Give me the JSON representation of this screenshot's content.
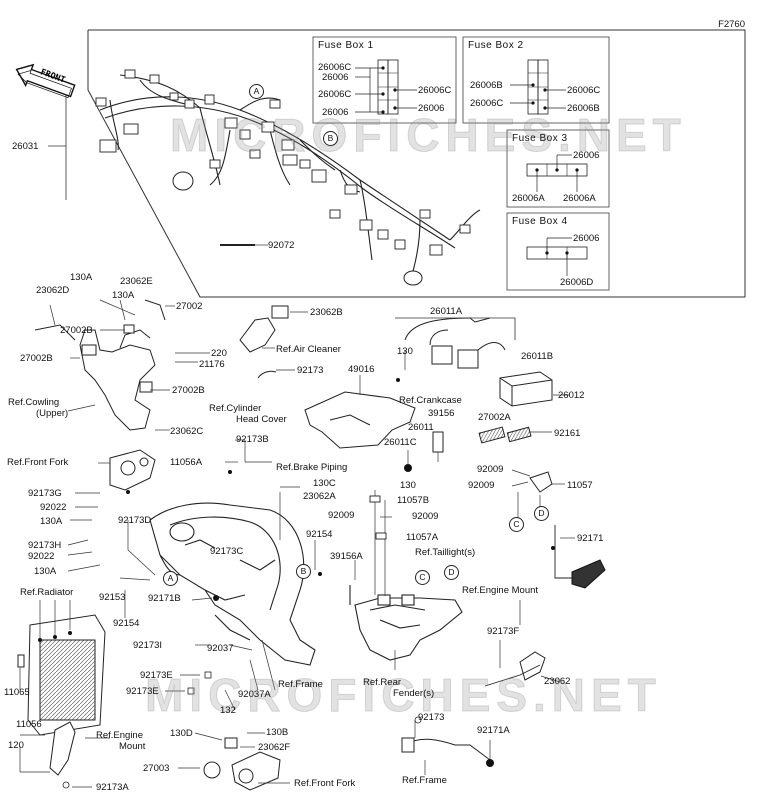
{
  "drawing_code": "F2760",
  "front_label": "FRONT",
  "watermark_top": "MICROFICHES.NET",
  "watermark_bottom": "MICROFICHES.NET",
  "fuse_boxes": [
    {
      "title": "Fuse Box 1",
      "left_labels": [
        "26006C",
        "26006",
        "26006C",
        "26006"
      ],
      "right_labels": [
        "26006C",
        "26006"
      ]
    },
    {
      "title": "Fuse Box 2",
      "left_labels": [
        "26006B",
        "26006C"
      ],
      "right_labels": [
        "26006C",
        "26006B"
      ]
    },
    {
      "title": "Fuse Box 3",
      "top_labels": [
        "26006"
      ],
      "bottom_labels": [
        "26006A",
        "26006A"
      ]
    },
    {
      "title": "Fuse Box 4",
      "top_labels": [
        "26006"
      ],
      "bottom_labels": [
        "26006D"
      ]
    }
  ],
  "callouts": {
    "c_A": "A",
    "c_B": "B",
    "c_C": "C",
    "c_D": "D"
  },
  "parts": {
    "p26031": "26031",
    "p92072": "92072",
    "p130A_1": "130A",
    "p23062D": "23062D",
    "p23062E": "23062E",
    "p130A_2": "130A",
    "p27002": "27002",
    "p27002B_1": "27002B",
    "p27002B_2": "27002B",
    "p220": "220",
    "p21176": "21176",
    "p27002B_3": "27002B",
    "p23062C": "23062C",
    "p23062B": "23062B",
    "p92173": "92173",
    "p49016": "49016",
    "p26011A": "26011A",
    "p130_1": "130",
    "p26011B": "26011B",
    "p26012": "26012",
    "p39156": "39156",
    "p26011": "26011",
    "p26011C": "26011C",
    "p27002A": "27002A",
    "p92161": "92161",
    "p92173B": "92173B",
    "p11056A": "11056A",
    "p130C": "130C",
    "p23062A": "23062A",
    "p130_2": "130",
    "p11057B": "11057B",
    "p92009_1": "92009",
    "p92009_2": "92009",
    "p11057A": "11057A",
    "p92009_3": "92009",
    "p92009_4": "92009",
    "p11057": "11057",
    "p92171": "92171",
    "p92173G": "92173G",
    "p92022_1": "92022",
    "p130A_3": "130A",
    "p92173D": "92173D",
    "p92173H": "92173H",
    "p92022_2": "92022",
    "p130A_4": "130A",
    "p92153": "92153",
    "p92173C": "92173C",
    "p92154_1": "92154",
    "p39156A": "39156A",
    "p92171B": "92171B",
    "p92154_2": "92154",
    "p92173I": "92173I",
    "p92037": "92037",
    "p11065": "11065",
    "p92173E_1": "92173E",
    "p92173E_2": "92173E",
    "p92037A": "92037A",
    "p132": "132",
    "p92173F": "92173F",
    "p23062": "23062",
    "p11056": "11056",
    "p120": "120",
    "p130D": "130D",
    "p130B": "130B",
    "p23062F": "23062F",
    "p27003": "27003",
    "p92173A": "92173A",
    "p92173_2": "92173",
    "p92171A": "92171A"
  },
  "refs": {
    "r_air_cleaner": "Ref.Air Cleaner",
    "r_cylinder_1": "Ref.Cylinder",
    "r_cylinder_2": "Head Cover",
    "r_crankcase": "Ref.Crankcase",
    "r_cowling_1": "Ref.Cowling",
    "r_cowling_2": "(Upper)",
    "r_front_fork_1": "Ref.Front Fork",
    "r_brake_piping": "Ref.Brake Piping",
    "r_taillight": "Ref.Taillight(s)",
    "r_radiator": "Ref.Radiator",
    "r_engine_mount_1": "Ref.Engine Mount",
    "r_frame_1": "Ref.Frame",
    "r_rear_fender_1": "Ref.Rear",
    "r_rear_fender_2": "Fender(s)",
    "r_engine_mount_2a": "Ref.Engine",
    "r_engine_mount_2b": "Mount",
    "r_front_fork_2": "Ref.Front Fork",
    "r_frame_2": "Ref.Frame"
  }
}
